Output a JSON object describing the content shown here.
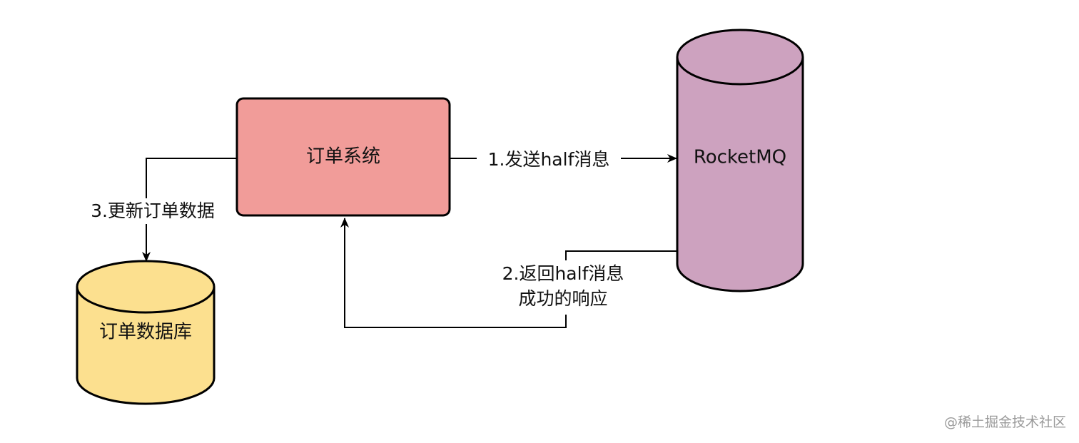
{
  "nodes": {
    "order_system": {
      "label": "订单系统",
      "color": "#f19c99"
    },
    "rocketmq": {
      "label": "RocketMQ",
      "color": "#cda2bf"
    },
    "order_db": {
      "label": "订单数据库",
      "color": "#fce08f"
    }
  },
  "edges": {
    "send_half": {
      "label": "1.发送half消息"
    },
    "return_half": {
      "label_line1": "2.返回half消息",
      "label_line2": "成功的响应"
    },
    "update_order": {
      "label": "3.更新订单数据"
    }
  },
  "watermark": "@稀土掘金技术社区",
  "stroke_color": "#000000"
}
